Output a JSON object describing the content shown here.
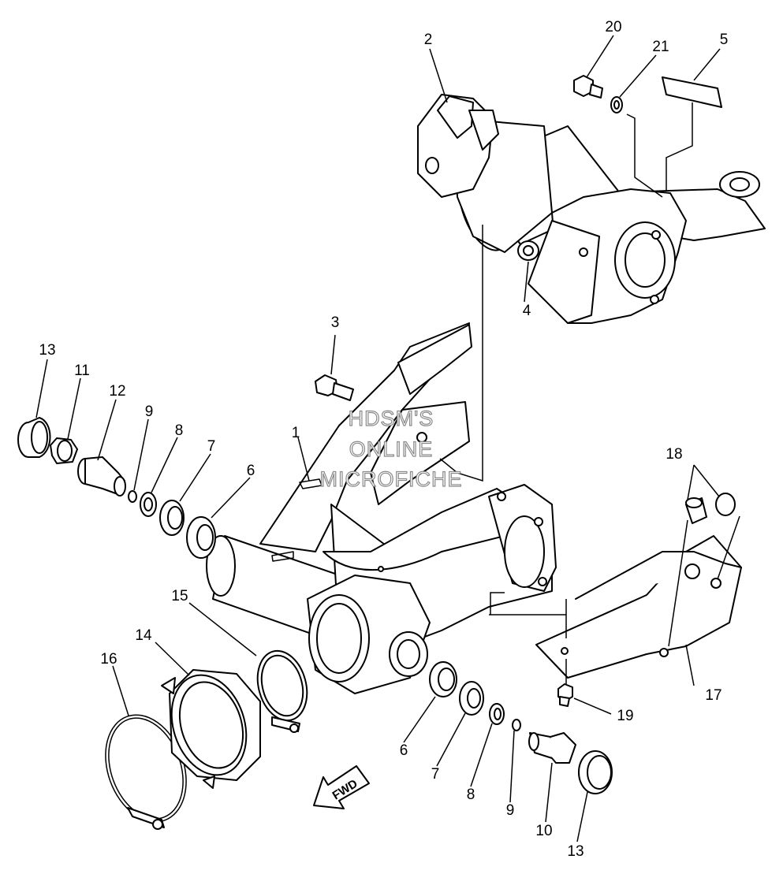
{
  "callouts": {
    "n1": "1",
    "n2": "2",
    "n3": "3",
    "n4": "4",
    "n5": "5",
    "n6a": "6",
    "n6b": "6",
    "n7a": "7",
    "n7b": "7",
    "n8a": "8",
    "n8b": "8",
    "n9a": "9",
    "n9b": "9",
    "n10": "10",
    "n11": "11",
    "n12": "12",
    "n13a": "13",
    "n13b": "13",
    "n14": "14",
    "n15": "15",
    "n16": "16",
    "n17": "17",
    "n18": "18",
    "n19": "19",
    "n20": "20",
    "n21": "21"
  },
  "watermark": {
    "line1": "HDSM'S",
    "line2": "ONLINE",
    "line3": "MICROFICHE"
  },
  "direction_arrow": {
    "label": "FWD"
  }
}
